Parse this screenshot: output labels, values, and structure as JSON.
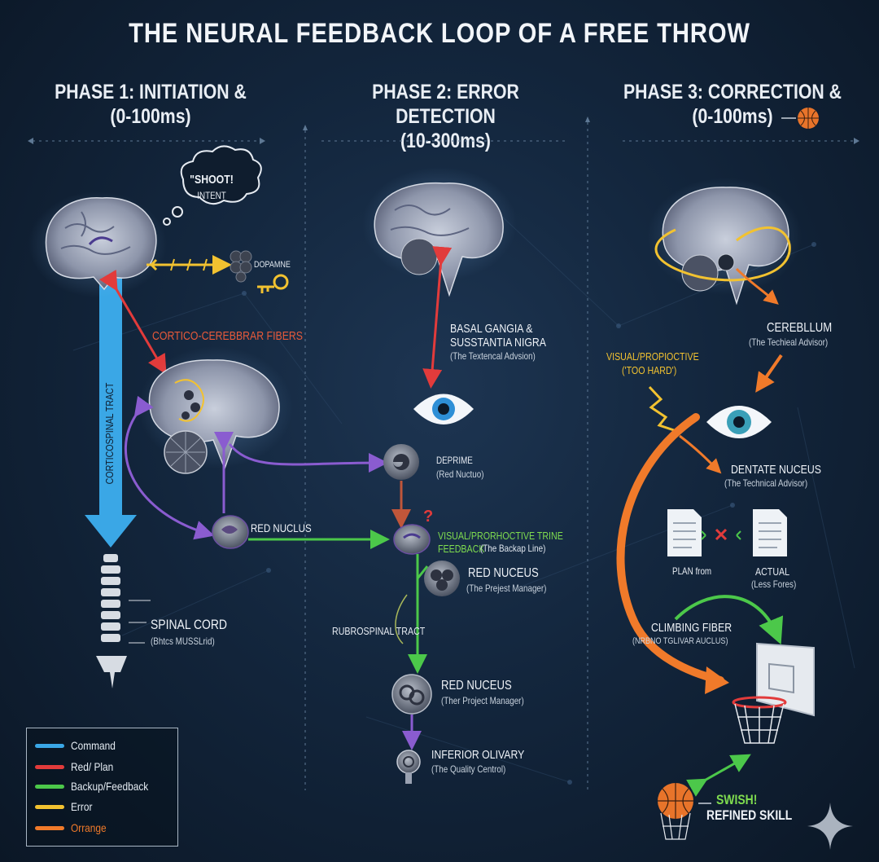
{
  "title": "THE NEURAL FEEDBACK LOOP OF A FREE THROW",
  "phases": [
    {
      "line1": "PHASE 1: INITIATION &",
      "line2": "(0-100ms)"
    },
    {
      "line1": "PHASE 2: ERROR DETECTION",
      "line2": "(10-300ms)"
    },
    {
      "line1": "PHASE 3: CORRECTION &",
      "line2": "(0-100ms)"
    }
  ],
  "phase1": {
    "thought_line1": "\"SHOOT!",
    "thought_line2": "INTENT",
    "dopamine": "DOPAMNE",
    "cortico_fibers": "CORTICO-CEREBBRAR FIBERS",
    "tract": "CORTICOSPINAL TRACT",
    "red_nucleus": "RED NUCLUS",
    "spinal_cord": "SPINAL CORD",
    "spinal_sub": "(Bhtcs MUSSLrid)"
  },
  "phase2": {
    "basal_line1": "BASAL GANGIA &",
    "basal_line2": "SUSSTANTIA NIGRA",
    "basal_sub": "(The Textencal Advsion)",
    "deprime": "DEPRIME",
    "deprime_sub": "(Red Nuctuo)",
    "visual_line1": "VISUAL/PRORHOCTIVE TRINE",
    "visual_line2": "FEEDBACK",
    "visual_sub": "(The Backap Line)",
    "red_nucleus_a": "RED NUCEUS",
    "red_nucleus_a_sub": "(The Prejest Manager)",
    "rubrospinal": "RUBROSPINAL TRACT",
    "red_nucleus_b": "RED NUCEUS",
    "red_nucleus_b_sub": "(Ther Project Manager)",
    "inferior": "INFERIOR OLIVARY",
    "inferior_sub": "(The Quality Centrol)"
  },
  "phase3": {
    "cerebellum": "CEREBLLUM",
    "cerebellum_sub": "(The Techieal Advisor)",
    "visual_line1": "VISUAL/PROPIOCTIVE",
    "visual_line2": "('TOO HARD')",
    "dentate": "DENTATE NUCEUS",
    "dentate_sub": "(The Technical Advisor)",
    "plan": "PLAN from",
    "actual": "ACTUAL",
    "actual_sub": "(Less Fores)",
    "climbing": "CLIMBING FIBER",
    "climbing_sub": "(NRBNO TGLIVAR AUCLUS)",
    "swish": "SWISH!",
    "refined": "REFINED SKILL"
  },
  "legend": [
    {
      "label": "Command",
      "color": "#3aa7e6",
      "text_color": "#e4ebf2"
    },
    {
      "label": "Red/ Plan",
      "color": "#e23b3b",
      "text_color": "#e4ebf2"
    },
    {
      "label": "Backup/Feedback",
      "color": "#4cc84a",
      "text_color": "#e4ebf2"
    },
    {
      "label": "Error",
      "color": "#f2c230",
      "text_color": "#e4ebf2"
    },
    {
      "label": "Orrange",
      "color": "#f07a2a",
      "text_color": "#f07a2a"
    }
  ],
  "colors": {
    "command": "#3aa7e6",
    "plan": "#e23b3b",
    "feedback": "#4cc84a",
    "error": "#f2c230",
    "orange": "#f07a2a",
    "purple": "#8a5cd0",
    "label_red": "#e85a3a",
    "label_yellow": "#f2c230",
    "label_green": "#7fdc4f"
  }
}
